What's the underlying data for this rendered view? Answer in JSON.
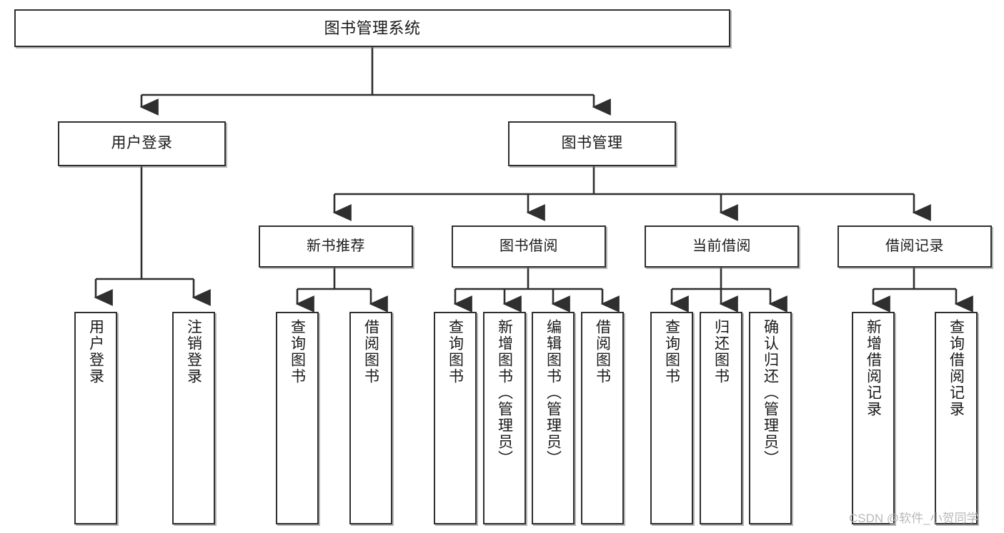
{
  "diagram": {
    "title": "图书管理系统",
    "type": "tree-hierarchy",
    "orientation": "top-down",
    "colors": {
      "box_border": "#2f2f2f",
      "box_fill": "#ffffff",
      "connector": "#2f2f2f",
      "text": "#1a1a1a",
      "watermark": "#b9b9b9",
      "background": "#ffffff"
    }
  },
  "root": {
    "label": "图书管理系统"
  },
  "level2": [
    {
      "label": "用户登录"
    },
    {
      "label": "图书管理"
    }
  ],
  "level3": [
    {
      "label": "新书推荐"
    },
    {
      "label": "图书借阅"
    },
    {
      "label": "当前借阅"
    },
    {
      "label": "借阅记录"
    }
  ],
  "leaves": {
    "user_login": [
      {
        "label": "用户登录"
      },
      {
        "label": "注销登录"
      }
    ],
    "new_book_recommend": [
      {
        "label": "查询图书"
      },
      {
        "label": "借阅图书"
      }
    ],
    "book_borrow": [
      {
        "label": "查询图书"
      },
      {
        "label": "新增图书（管理员）"
      },
      {
        "label": "编辑图书（管理员）"
      },
      {
        "label": "借阅图书"
      }
    ],
    "current_borrow": [
      {
        "label": "查询图书"
      },
      {
        "label": "归还图书"
      },
      {
        "label": "确认归还（管理员）"
      }
    ],
    "borrow_record": [
      {
        "label": "新增借阅记录"
      },
      {
        "label": "查询借阅记录"
      }
    ]
  },
  "watermark": {
    "text": "CSDN @软件_小贺同学"
  }
}
